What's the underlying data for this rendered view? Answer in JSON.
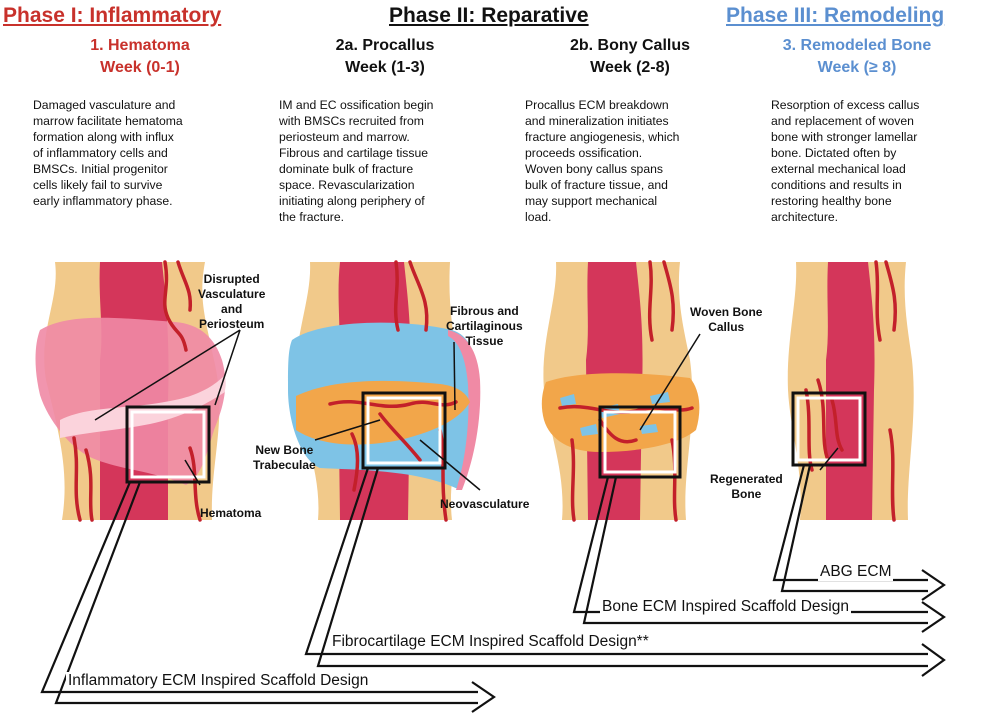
{
  "colors": {
    "inflammatory": "#c8312b",
    "reparative": "#111111",
    "remodeling": "#5b8fd0",
    "bone_yellow": "#f1c98a",
    "marrow_red": "#d4365a",
    "hematoma_pink": "#f08aa5",
    "cartilage_blue": "#7ec3e6",
    "callus_orange": "#f2a64a",
    "vessel_red": "#c3202a"
  },
  "phases": {
    "p1": "Phase I: Inflammatory",
    "p2": "Phase II: Reparative",
    "p3": "Phase III: Remodeling"
  },
  "stages": [
    {
      "name": "1. Hematoma",
      "week": "Week (0-1)"
    },
    {
      "name": "2a. Procallus",
      "week": "Week (1-3)"
    },
    {
      "name": "2b. Bony Callus",
      "week": "Week (2-8)"
    },
    {
      "name": "3. Remodeled Bone",
      "week": "Week (≥ 8)"
    }
  ],
  "descriptions": [
    [
      "Damaged vasculature and",
      "marrow  facilitate hematoma",
      "formation along with influx",
      "of inflammatory cells and",
      "BMSCs. Initial progenitor",
      "cells likely fail to survive",
      "early inflammatory phase."
    ],
    [
      "IM and EC ossification begin",
      "with BMSCs recruited from",
      "periosteum and marrow.",
      "Fibrous and cartilage tissue",
      "dominate bulk of fracture",
      "space. Revascularization",
      "initiating along periphery of",
      "the fracture."
    ],
    [
      "Procallus ECM breakdown",
      "and mineralization initiates",
      "fracture angiogenesis, which",
      "proceeds ossification.",
      "Woven bony callus spans",
      "bulk of fracture tissue, and",
      "may support mechanical",
      "load."
    ],
    [
      "Resorption of excess callus",
      "and replacement of woven",
      "bone with stronger lamellar",
      "bone. Dictated often by",
      "external mechanical load",
      "conditions and results in",
      "restoring healthy bone",
      "architecture."
    ]
  ],
  "labels": {
    "disrupted": [
      "Disrupted",
      "Vasculature",
      "and",
      "Periosteum"
    ],
    "hematoma": "Hematoma",
    "fibrous": [
      "Fibrous and",
      "Cartilaginous",
      "Tissue"
    ],
    "new_bone": [
      "New Bone",
      "Trabeculae"
    ],
    "neovasc": "Neovasculature",
    "woven": [
      "Woven Bone",
      "Callus"
    ],
    "regenerated": [
      "Regenerated",
      "Bone"
    ]
  },
  "arrows": {
    "abg": "ABG ECM",
    "bone": "Bone ECM Inspired Scaffold Design",
    "fibro": "Fibrocartilage ECM Inspired Scaffold Design**",
    "inflam": "Inflammatory ECM Inspired Scaffold Design"
  }
}
